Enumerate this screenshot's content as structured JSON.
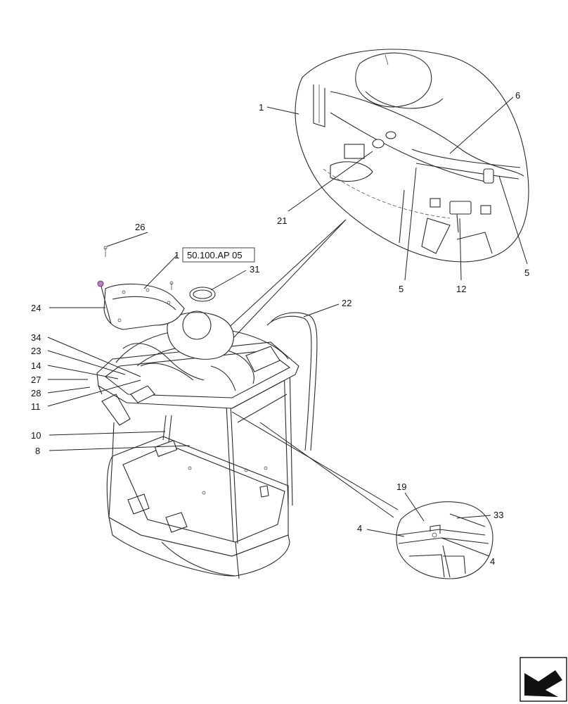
{
  "diagram": {
    "reference_box": "50.100.AP 05",
    "callouts": {
      "c1_main": "1",
      "c26": "26",
      "c31": "31",
      "c24": "24",
      "c22": "22",
      "c34": "34",
      "c23": "23",
      "c14": "14",
      "c27": "27",
      "c28": "28",
      "c11": "11",
      "c10": "10",
      "c8": "8",
      "c1_detail": "1",
      "c6": "6",
      "c21": "21",
      "c5_left": "5",
      "c12": "12",
      "c5_right": "5",
      "c19": "19",
      "c33": "33",
      "c4_left": "4",
      "c4_right": "4"
    },
    "colors": {
      "line": "#222222",
      "handle_knob": "#c07ac7"
    },
    "nav_icon": "next-page-arrow-icon"
  }
}
